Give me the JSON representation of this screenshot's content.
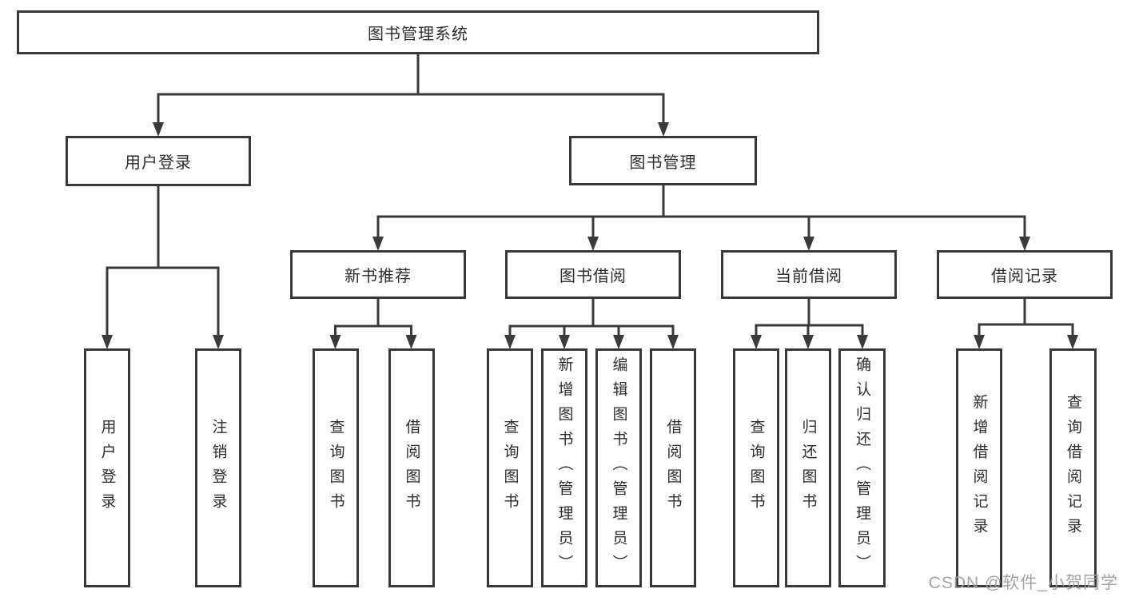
{
  "diagram": {
    "title": "图书管理系统",
    "tree": {
      "root": {
        "label": "图书管理系统"
      },
      "branches": [
        {
          "label": "用户登录",
          "children": [
            {
              "label": "用户登录"
            },
            {
              "label": "注销登录"
            }
          ]
        },
        {
          "label": "图书管理",
          "children": [
            {
              "label": "新书推荐",
              "children": [
                {
                  "label": "查询图书"
                },
                {
                  "label": "借阅图书"
                }
              ]
            },
            {
              "label": "图书借阅",
              "children": [
                {
                  "label": "查询图书"
                },
                {
                  "label": "新增图书（管理员）"
                },
                {
                  "label": "编辑图书（管理员）"
                },
                {
                  "label": "借阅图书"
                }
              ]
            },
            {
              "label": "当前借阅",
              "children": [
                {
                  "label": "查询图书"
                },
                {
                  "label": "归还图书"
                },
                {
                  "label": "确认归还（管理员）"
                }
              ]
            },
            {
              "label": "借阅记录",
              "children": [
                {
                  "label": "新增借阅记录"
                },
                {
                  "label": "查询借阅记录"
                }
              ]
            }
          ]
        }
      ]
    },
    "colors": {
      "line": "#3a3a3a",
      "border": "#383838",
      "text": "#2d2d2d",
      "watermark": "#9e9ea1",
      "background": "#ffffff"
    },
    "watermark": "CSDN @软件_小贺同学"
  }
}
